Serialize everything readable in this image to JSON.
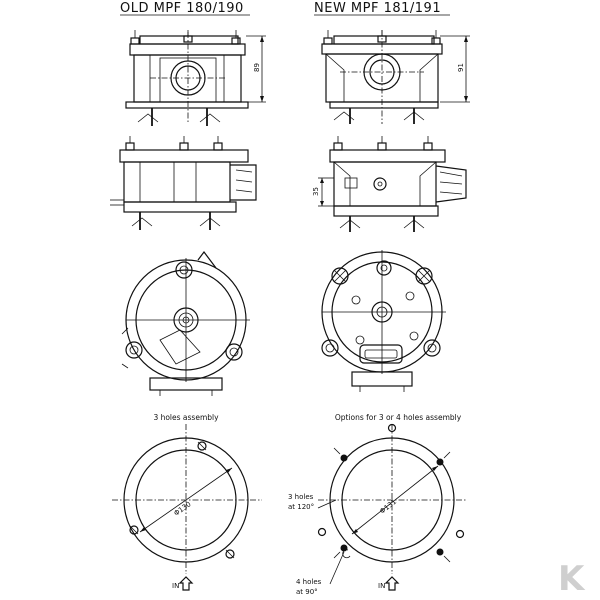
{
  "titles": {
    "old": "OLD MPF 180/190",
    "new": "NEW MPF 181/191"
  },
  "dimensions": {
    "old_height": "89",
    "new_height": "91",
    "new_side": "35",
    "old_diameter": "Φ130",
    "new_diameter": "Φ131"
  },
  "captions": {
    "old_assembly": "3 holes assembly",
    "new_assembly": "Options for 3 or 4 holes assembly"
  },
  "callouts": {
    "three_holes_line1": "3 holes",
    "three_holes_line2": "at 120°",
    "four_holes_line1": "4 holes",
    "four_holes_line2": "at 90°"
  },
  "flow": {
    "old_in": "IN",
    "new_in": "IN"
  },
  "logo": {
    "brand": "K",
    "accent": "#cfcfcf"
  }
}
